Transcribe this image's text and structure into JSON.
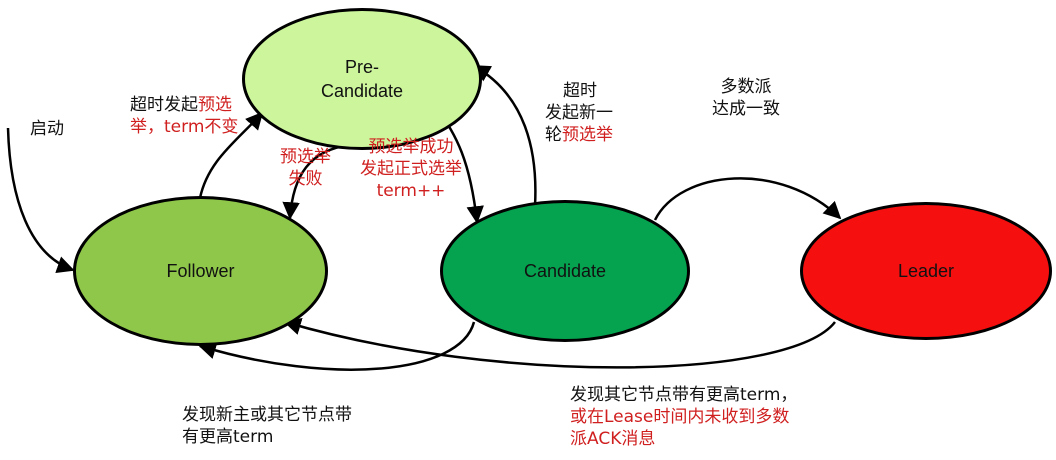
{
  "colors": {
    "pre_candidate": "#ccf59c",
    "follower": "#8fc74a",
    "candidate": "#05a34f",
    "leader": "#f50f0f",
    "annotation_red": "#d01f1f"
  },
  "nodes": {
    "pre_candidate": "Pre-\nCandidate",
    "follower": "Follower",
    "candidate": "Candidate",
    "leader": "Leader"
  },
  "labels": {
    "start": "启动",
    "timeout_prevote_a": "超时发起",
    "timeout_prevote_b": "预选",
    "timeout_prevote_c": "举，term不变",
    "prevote_fail_1": "预选举",
    "prevote_fail_2": "失败",
    "prevote_ok_1": "预选举成功",
    "prevote_ok_2": "发起正式选举",
    "prevote_ok_3": "term++",
    "cand_timeout_1": "超时",
    "cand_timeout_2": "发起新一",
    "cand_timeout_3a": "轮",
    "cand_timeout_3b": "预选举",
    "majority_1": "多数派",
    "majority_2": "达成一致",
    "new_leader_1": "发现新主或其它节点带",
    "new_leader_2": "有更高term",
    "leader_step_1": "发现其它节点带有更高term，",
    "leader_step_2": "或在Lease时间内未收到多数",
    "leader_step_3": "派ACK消息"
  }
}
